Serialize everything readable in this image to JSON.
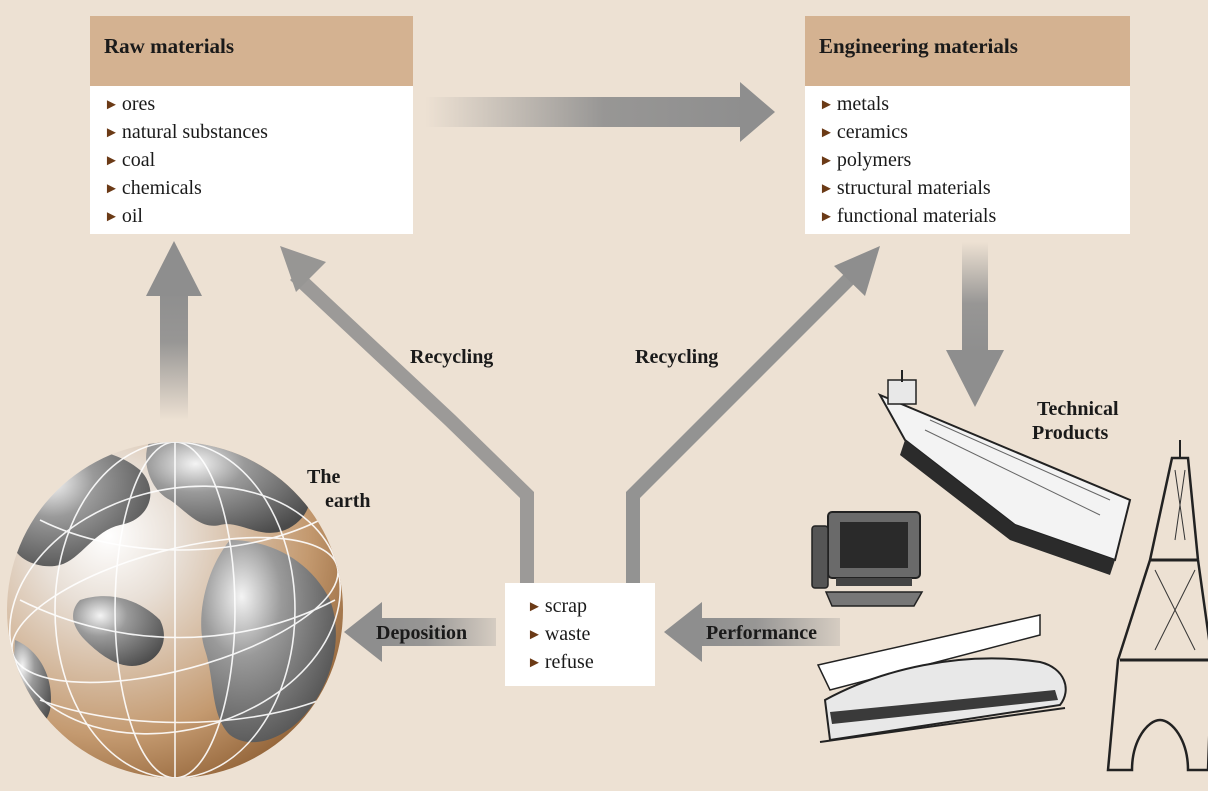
{
  "raw_materials": {
    "title": "Raw materials",
    "items": [
      "ores",
      "natural substances",
      "coal",
      "chemicals",
      "oil"
    ]
  },
  "engineering_materials": {
    "title": "Engineering materials",
    "items": [
      "metals",
      "ceramics",
      "polymers",
      "structural materials",
      "functional materials"
    ]
  },
  "waste": {
    "items": [
      "scrap",
      "waste",
      "refuse"
    ]
  },
  "labels": {
    "recycling_left": "Recycling",
    "recycling_right": "Recycling",
    "earth_line1": "The",
    "earth_line2": "earth",
    "technical_line1": "Technical",
    "technical_line2": "Products",
    "deposition": "Deposition",
    "performance": "Performance"
  },
  "bullet_glyph": "►",
  "colors": {
    "background": "#ede1d3",
    "box_header": "#d4b291",
    "arrow": "#8e8e8e",
    "bullet": "#6b3a16"
  }
}
